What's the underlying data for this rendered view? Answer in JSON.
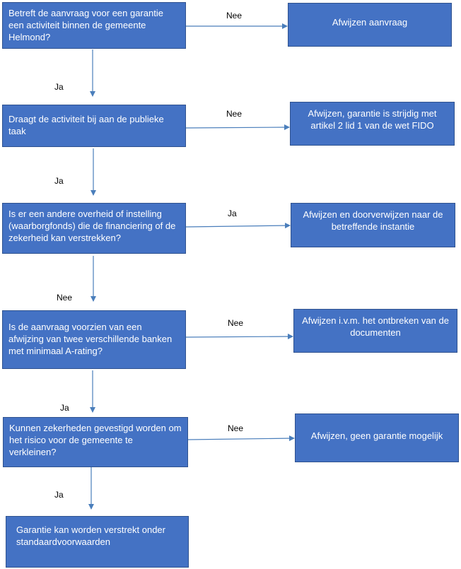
{
  "flow": {
    "questions": [
      "Betreft de aanvraag voor een garantie een activiteit binnen de gemeente Helmond?",
      "Draagt de activiteit bij aan de publieke taak",
      "Is er een andere overheid of instelling (waarborgfonds) die de financiering of de zekerheid kan verstrekken?",
      "Is de aanvraag voorzien van een afwijzing van twee verschillende banken met minimaal A-rating?",
      "Kunnen zekerheden gevestigd worden om het risico voor de gemeente te verkleinen?"
    ],
    "outcomes": [
      "Afwijzen aanvraag",
      "Afwijzen, garantie is strijdig met artikel 2 lid 1 van de wet FIDO",
      "Afwijzen en doorverwijzen naar de betreffende instantie",
      "Afwijzen i.v.m. het ontbreken van de documenten",
      "Afwijzen, geen garantie mogelijk"
    ],
    "final": "Garantie kan worden verstrekt onder standaardvoorwaarden",
    "side_labels": [
      "Nee",
      "Nee",
      "Ja",
      "Nee",
      "Nee"
    ],
    "down_labels": [
      "Ja",
      "Ja",
      "Nee",
      "Ja",
      "Ja"
    ]
  },
  "colors": {
    "box_fill": "#4472c4",
    "box_border": "#2f528f",
    "arrow": "#4a7ebb"
  }
}
